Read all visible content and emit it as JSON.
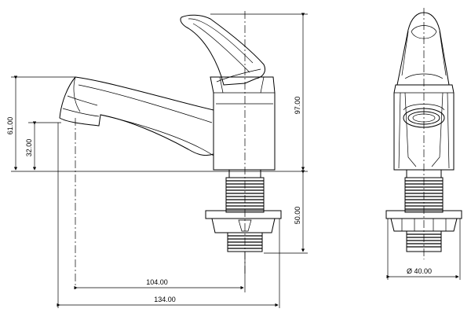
{
  "drawing": {
    "dim_97": "97.00",
    "dim_61": "61.00",
    "dim_50": "50.00",
    "dim_32": "32.00",
    "dim_104": "104.00",
    "dim_134": "134.00",
    "dim_diameter": "Ø 40.00"
  }
}
